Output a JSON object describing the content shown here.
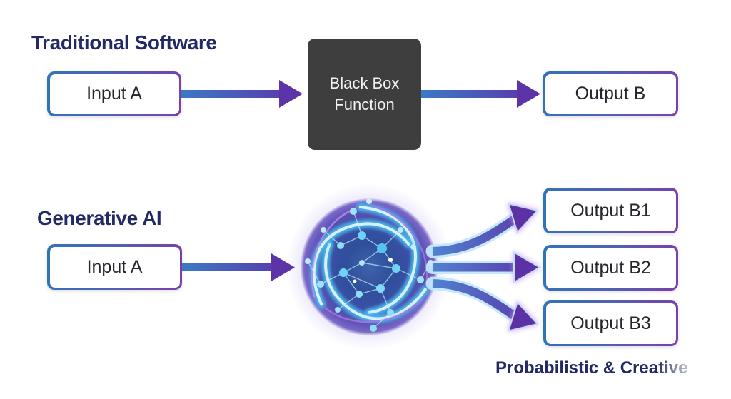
{
  "traditional": {
    "title": "Traditional Software",
    "input_label": "Input A",
    "process_line1": "Black Box",
    "process_line2": "Function",
    "output_label": "Output B"
  },
  "generative": {
    "title": "Generative AI",
    "input_label": "Input A",
    "outputs": [
      {
        "label": "Output B1"
      },
      {
        "label": "Output B2"
      },
      {
        "label": "Output B3"
      }
    ],
    "caption": "Probabilistic & Creative",
    "core_graphic_name": "neural-network-swirl"
  },
  "colors": {
    "heading_navy": "#232a63",
    "box_border_blue": "#3273b8",
    "box_border_purple": "#7b3fa8",
    "arrow_blue": "#3a7ac6",
    "arrow_purple": "#5d33a8",
    "black_box_bg": "#3e3e3e",
    "box_text": "#26262e",
    "glow_cyan": "#7fdcff",
    "glow_lavender": "#b9a6ef"
  }
}
